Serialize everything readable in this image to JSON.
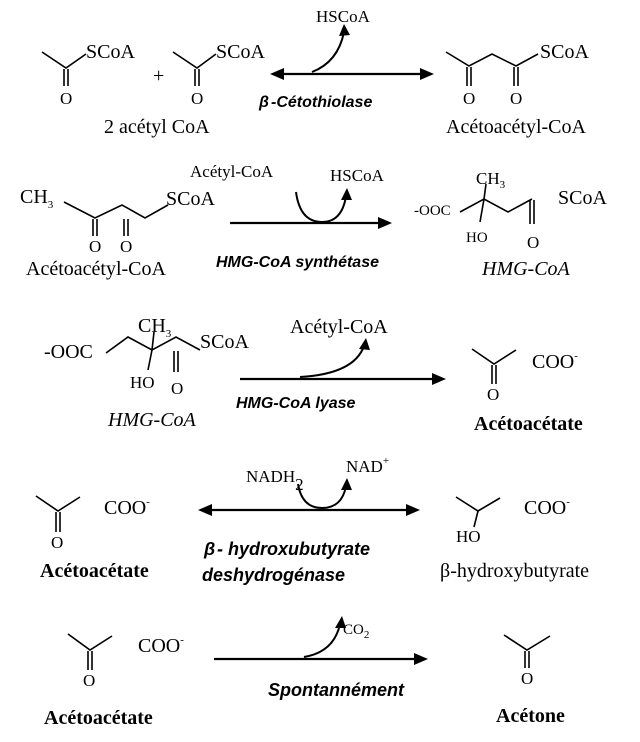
{
  "reactions": [
    {
      "id": "r1",
      "reactant_1": {
        "group": "SCoA",
        "oxygen": "O"
      },
      "plus": "+",
      "reactant_2": {
        "group": "SCoA",
        "oxygen": "O"
      },
      "reactant_label": "2 acétyl CoA",
      "side_product_out": "HSCoA",
      "enzyme_prefix": "β",
      "enzyme_name": "-Cétothiolase",
      "product": {
        "group": "SCoA",
        "oxygen_1": "O",
        "oxygen_2": "O",
        "label": "Acétoacétyl-CoA"
      },
      "reversible": true
    },
    {
      "id": "r2",
      "reactant": {
        "methyl": "CH",
        "methyl_sub": "3",
        "group": "SCoA",
        "oxygen_1": "O",
        "oxygen_2": "O",
        "label": "Acétoacétyl-CoA"
      },
      "side_product_in": "Acétyl-CoA",
      "side_product_out": "HSCoA",
      "enzyme": "HMG-CoA synthétase",
      "product": {
        "carboxylate": "-OOC",
        "methyl": "CH",
        "methyl_sub": "3",
        "hydroxyl": "HO",
        "group": "SCoA",
        "oxygen": "O",
        "label": "HMG-CoA"
      }
    },
    {
      "id": "r3",
      "reactant": {
        "carboxylate": "-OOC",
        "methyl": "CH",
        "methyl_sub": "3",
        "hydroxyl": "HO",
        "group": "SCoA",
        "oxygen": "O",
        "label": "HMG-CoA"
      },
      "side_product_out": "Acétyl-CoA",
      "enzyme": "HMG-CoA lyase",
      "product": {
        "group": "COO",
        "charge": "-",
        "oxygen": "O",
        "label": "Acétoacétate"
      }
    },
    {
      "id": "r4",
      "reactant": {
        "group": "COO",
        "charge": "-",
        "oxygen": "O",
        "label": "Acétoacétate"
      },
      "cofactor_in": "NADH",
      "cofactor_in_sub": "2",
      "cofactor_out": "NAD",
      "cofactor_out_sup": "+",
      "enzyme_prefix": "β",
      "enzyme_line_1": "- hydroxubutyrate",
      "enzyme_line_2": "deshydrogénase",
      "product": {
        "group": "COO",
        "charge": "-",
        "hydroxyl": "HO",
        "label_prefix": "β",
        "label": "-hydroxybutyrate"
      },
      "reversible": true
    },
    {
      "id": "r5",
      "reactant": {
        "group": "COO",
        "charge": "-",
        "oxygen": "O",
        "label": "Acétoacétate"
      },
      "side_product_out": "CO",
      "side_product_out_sub": "2",
      "condition": "Spontannément",
      "product": {
        "oxygen": "O",
        "label": "Acétone"
      }
    }
  ]
}
